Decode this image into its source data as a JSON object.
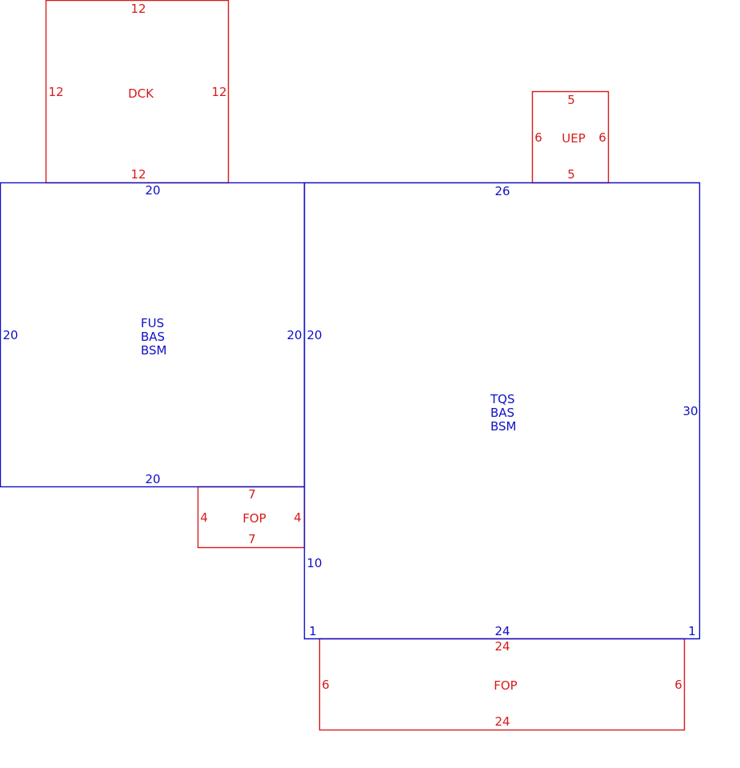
{
  "colors": {
    "main_structure": "#1010c8",
    "attached_structure": "#d81a1a",
    "background": "#ffffff"
  },
  "areas": {
    "dck": {
      "code": "DCK",
      "dims": {
        "top": "12",
        "left": "12",
        "right": "12",
        "bottom": "12"
      }
    },
    "uep": {
      "code": "UEP",
      "dims": {
        "top": "5",
        "left": "6",
        "right": "6",
        "bottom": "5"
      }
    },
    "fus": {
      "codes": [
        "FUS",
        "BAS",
        "BSM"
      ],
      "dims": {
        "top": "20",
        "left": "20",
        "right": "20",
        "bottom": "20"
      }
    },
    "tqs": {
      "codes": [
        "TQS",
        "BAS",
        "BSM"
      ],
      "dims": {
        "top": "26",
        "left_upper": "20",
        "left_lower": "10",
        "right": "30",
        "bottom": "24",
        "bottom_left_jog": "1",
        "bottom_right_jog": "1"
      }
    },
    "fop_small": {
      "code": "FOP",
      "dims": {
        "top": "7",
        "left": "4",
        "right": "4",
        "bottom": "7"
      }
    },
    "fop_large": {
      "code": "FOP",
      "dims": {
        "top": "24",
        "left": "6",
        "right": "6",
        "bottom": "24"
      }
    }
  }
}
